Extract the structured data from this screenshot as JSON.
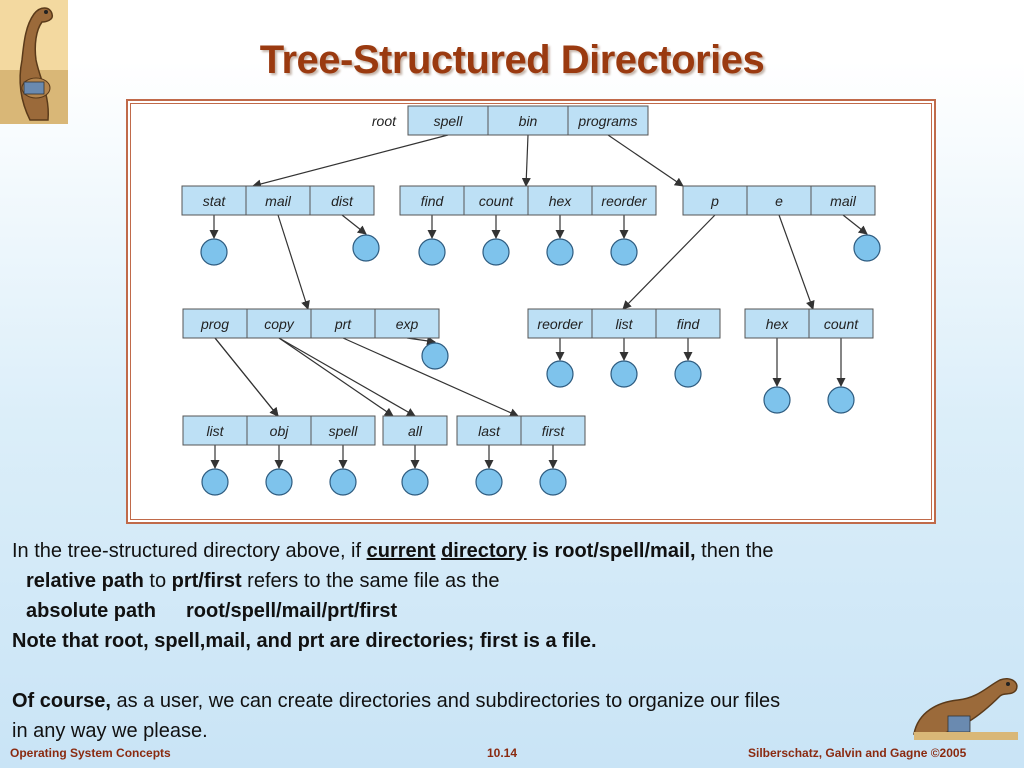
{
  "title": "Tree-Structured Directories",
  "diagram": {
    "root_label": "root",
    "edge_color": "#333333",
    "cell_color": "#bde0f5",
    "file_color": "#7ec3ec",
    "groups": [
      {
        "id": "root",
        "cells": [
          "spell",
          "bin",
          "programs"
        ]
      },
      {
        "id": "spell",
        "cells": [
          "stat",
          "mail",
          "dist"
        ]
      },
      {
        "id": "bin",
        "cells": [
          "find",
          "count",
          "hex",
          "reorder"
        ]
      },
      {
        "id": "programs",
        "cells": [
          "p",
          "e",
          "mail"
        ]
      },
      {
        "id": "mail",
        "cells": [
          "prog",
          "copy",
          "prt",
          "exp"
        ]
      },
      {
        "id": "p",
        "cells": [
          "reorder",
          "list",
          "find"
        ]
      },
      {
        "id": "e",
        "cells": [
          "hex",
          "count"
        ]
      },
      {
        "id": "prog",
        "cells": [
          "list",
          "obj",
          "spell"
        ]
      },
      {
        "id": "copy",
        "cells": [
          "all"
        ]
      },
      {
        "id": "prt",
        "cells": [
          "last",
          "first"
        ]
      }
    ]
  },
  "body": {
    "line1": {
      "a": "In the tree-structured directory above, if ",
      "b": "current",
      "c": " ",
      "d": "directory",
      "e": " is  root/spell/mail,",
      "f": " then the"
    },
    "line2": {
      "a": "relative path",
      "b": " to ",
      "c": "prt/first",
      "d": " refers to the same file as the"
    },
    "line3": {
      "a": "absolute path",
      "b": "root/spell/mail/prt/first"
    },
    "line4": "Note that root, spell,mail, and prt are directories;  first is a file.",
    "line5": {
      "a": "Of course,",
      "b": " as a user, we can create directories and subdirectories to organize our files"
    },
    "line6": " in any way we please."
  },
  "footer": {
    "left": "Operating System Concepts",
    "center": "10.14",
    "right": "Silberschatz, Galvin and Gagne ©2005"
  },
  "colors": {
    "title": "#9a3a10",
    "footer": "#8a2a10",
    "frame_border": "#c06a4a"
  }
}
